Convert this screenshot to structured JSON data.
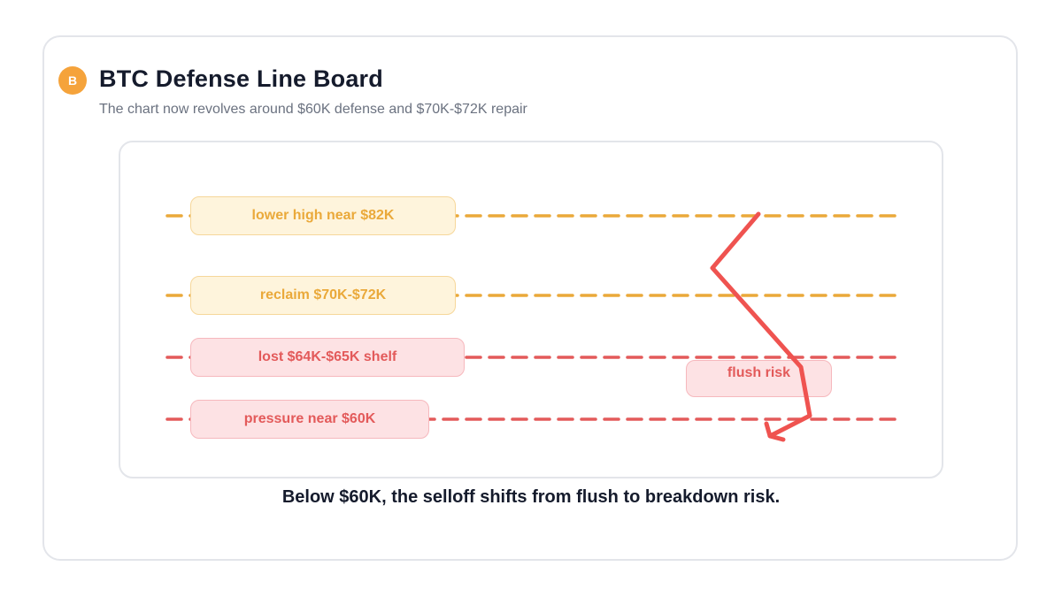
{
  "header": {
    "logo_letter": "B",
    "title": "BTC Defense Line Board",
    "subtitle": "The chart now revolves around $60K defense and $70K-$72K repair"
  },
  "levels": [
    {
      "label": "lower high near $82K",
      "tone": "gold"
    },
    {
      "label": "reclaim $70K-$72K",
      "tone": "gold"
    },
    {
      "label": "lost $64K-$65K shelf",
      "tone": "red"
    },
    {
      "label": "pressure near $60K",
      "tone": "red"
    }
  ],
  "flush_label": "flush risk",
  "caption": "Below $60K, the selloff shifts from flush to breakdown risk.",
  "colors": {
    "gold": "#eaa93a",
    "red": "#e35a5a",
    "arrow": "#ef5350",
    "bitcoin": "#f5a33b"
  }
}
